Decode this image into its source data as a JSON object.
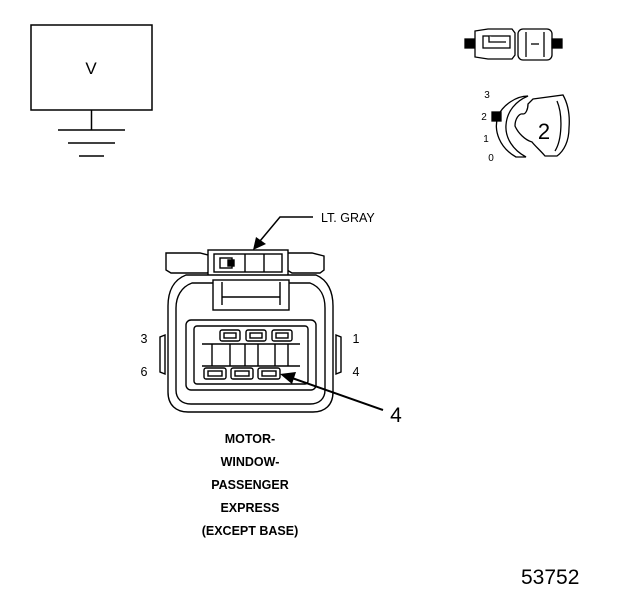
{
  "voltmeter": {
    "symbol": "V"
  },
  "terminal_key": {
    "pins": [
      "3",
      "2",
      "1",
      "0"
    ],
    "callout": "2"
  },
  "connector": {
    "wire_color_label": "LT. GRAY",
    "cavity_labels": {
      "top_left": "3",
      "top_right": "1",
      "bottom_left": "6",
      "bottom_right": "4"
    },
    "callout": "4",
    "caption": [
      "MOTOR-",
      "WINDOW-",
      "PASSENGER",
      "EXPRESS",
      "(EXCEPT BASE)"
    ]
  },
  "figure_number": "53752"
}
